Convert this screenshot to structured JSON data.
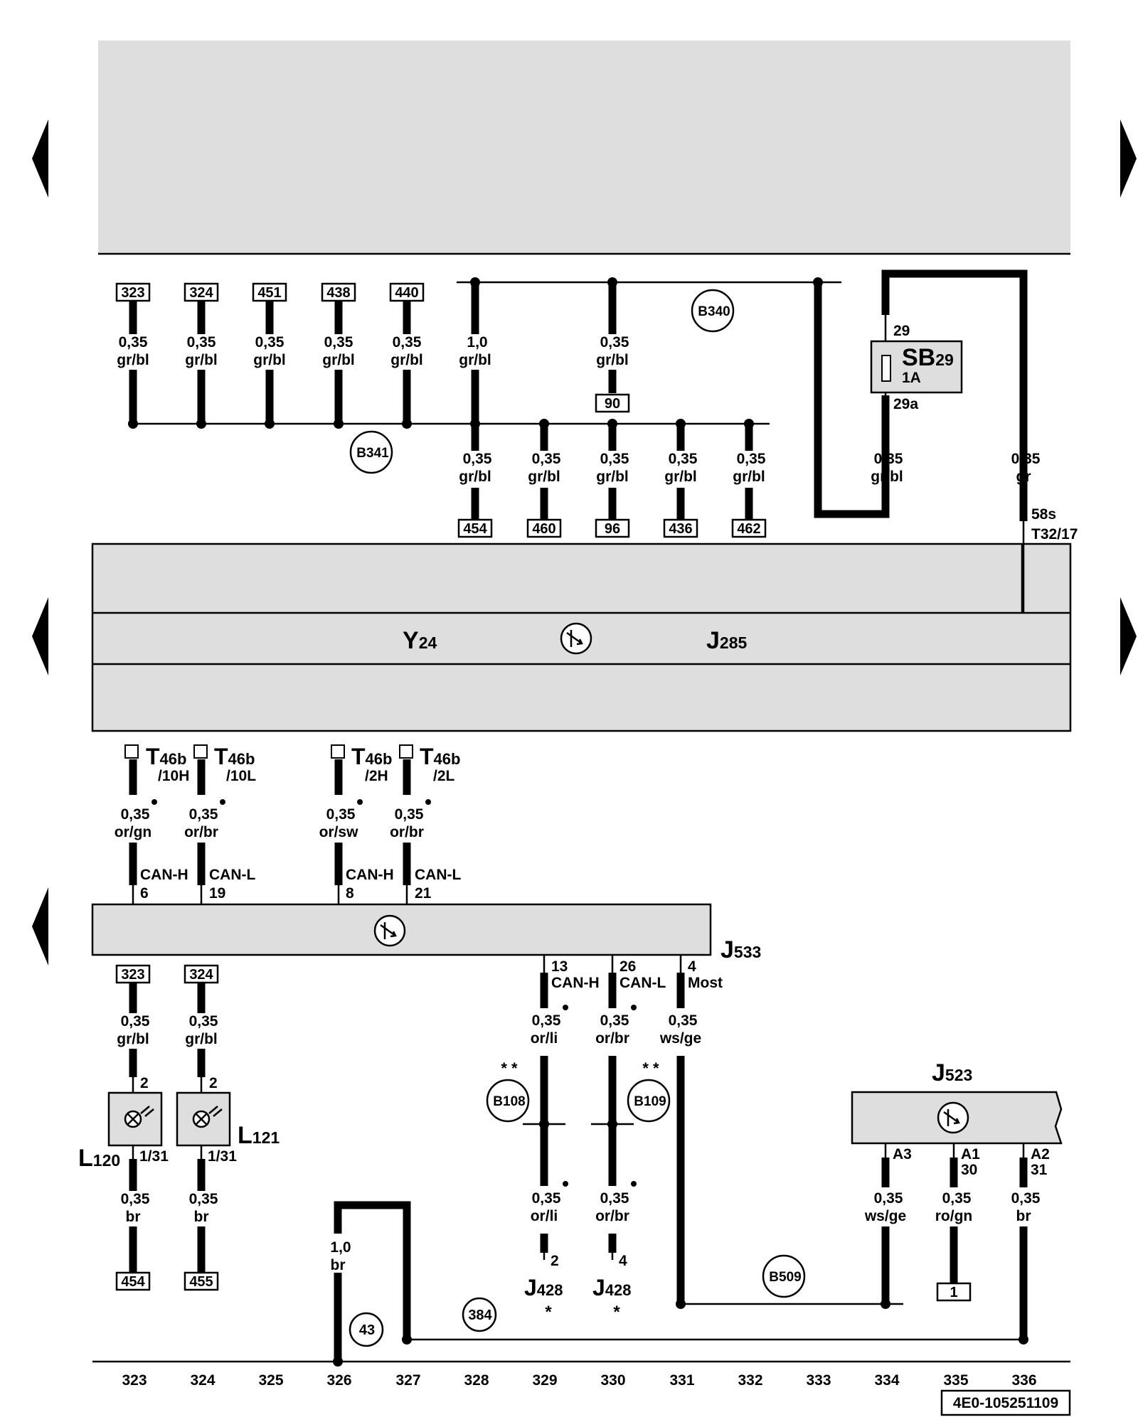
{
  "diagram": {
    "document_number": "4E0-105251109",
    "columns": [
      "323",
      "324",
      "325",
      "326",
      "327",
      "328",
      "329",
      "330",
      "331",
      "332",
      "333",
      "334",
      "335",
      "336"
    ],
    "top_refs": [
      "323",
      "324",
      "451",
      "438",
      "440"
    ],
    "top_ref_90": "90",
    "bottom_refs_upper": [
      "454",
      "460",
      "96",
      "436",
      "462"
    ],
    "lower_refs_top": [
      "323",
      "324"
    ],
    "lower_refs_bottom": [
      "454",
      "455"
    ],
    "ref_1": "1",
    "wire_size_035": "0,35",
    "wire_size_10": "1,0",
    "color_grbl": "gr/bl",
    "color_gr": "gr",
    "color_orgn": "or/gn",
    "color_orbr": "or/br",
    "color_orsw": "or/sw",
    "color_orli": "or/li",
    "color_wsge": "ws/ge",
    "color_br": "br",
    "color_rogn": "ro/gn",
    "fuse": {
      "label": "SB",
      "sub": "29",
      "rating": "1A",
      "pin_in": "29",
      "pin_out": "29a"
    },
    "pins": {
      "p58s": "58s",
      "pT32": "T32/17",
      "p6": "6",
      "p19": "19",
      "p8": "8",
      "p21": "21",
      "p13": "13",
      "p26": "26",
      "p4": "4",
      "p2": "2",
      "p131": "1/31",
      "pA3": "A3",
      "pA1": "A1",
      "p30": "30",
      "pA2": "A2",
      "p31": "31",
      "pj2": "2",
      "pj4": "4"
    },
    "signals": {
      "canh": "CAN-H",
      "canl": "CAN-L",
      "most": "Most"
    },
    "connectors": [
      {
        "main": "T",
        "sub": "46b",
        "pin": "/10H"
      },
      {
        "main": "T",
        "sub": "46b",
        "pin": "/10L"
      },
      {
        "main": "T",
        "sub": "46b",
        "pin": "/2H"
      },
      {
        "main": "T",
        "sub": "46b",
        "pin": "/2L"
      }
    ],
    "components": {
      "y24": {
        "main": "Y",
        "sub": "24"
      },
      "j285": {
        "main": "J",
        "sub": "285"
      },
      "j533": {
        "main": "J",
        "sub": "533"
      },
      "j523": {
        "main": "J",
        "sub": "523"
      },
      "l120": {
        "main": "L",
        "sub": "120"
      },
      "l121": {
        "main": "L",
        "sub": "121"
      },
      "j428": {
        "main": "J",
        "sub": "428"
      }
    },
    "circle_labels": [
      "B340",
      "B341",
      "B108",
      "B109",
      "B509",
      "43",
      "384"
    ],
    "marks": {
      "double_star": "* *",
      "star": "*"
    }
  }
}
